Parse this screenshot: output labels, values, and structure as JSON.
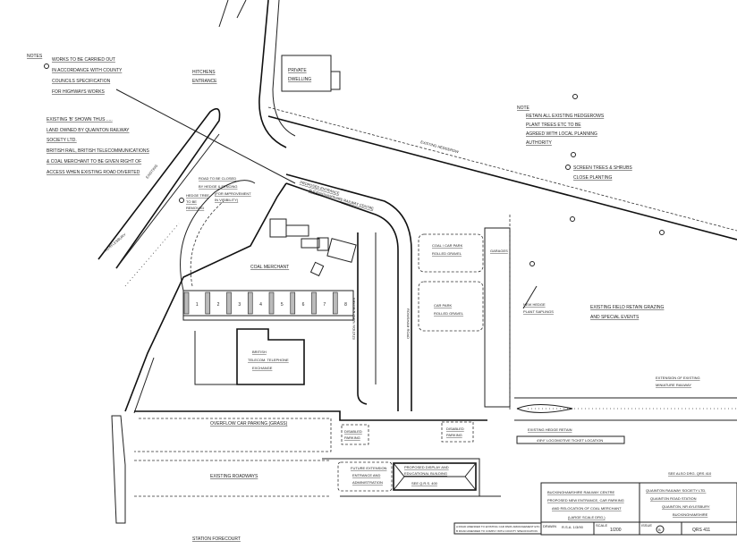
{
  "notes_left": {
    "heading": "NOTES",
    "lines": [
      "WORKS TO BE CARRIED OUT",
      "IN ACCORDANCE WITH COUNTY",
      "COUNCILS SPECIFICATION",
      "FOR HIGHWAYS WORKS"
    ]
  },
  "existing_note": {
    "lines": [
      "EXISTING 'B' SHOWN THUS .....",
      "LAND OWNED BY QUAINTON RAILWAY",
      "SOCIETY LTD.",
      "BRITISH RAIL, BRITISH TELECOMMUNICATIONS",
      "& COAL MERCHANT TO BE GIVEN RIGHT OF",
      "ACCESS WHEN EXISTING ROAD DIVERTED"
    ]
  },
  "notes_right": {
    "heading": "NOTE",
    "lines": [
      "RETAIN ALL EXISTING HEDGEROWS",
      "PLANT TREES ETC TO BE",
      "AGREED WITH LOCAL PLANNING",
      "AUTHORITY"
    ],
    "screen_lines": [
      "SCREEN TREES & SHRUBS",
      "CLOSE PLANTING"
    ]
  },
  "labels": {
    "hitchens": [
      "HITCHENS",
      "ENTRANCE"
    ],
    "private_dwelling": [
      "PRIVATE",
      "DWELLING"
    ],
    "existing_hedgerow": "EXISTING HEDGEROW",
    "road_to_be_closed": [
      "ROAD TO BE CLOSED",
      "BY HEDGE & FENCING",
      "(FOR IMPROVEMENT",
      "IN VISIBILITY)"
    ],
    "hedge_tree": [
      "HEDGE TREE",
      "TO BE",
      "REMOVED"
    ],
    "to_aylesbury": "TO AYLESBURY",
    "existing_road": "EXISTING",
    "proposed_entrance": "PROPOSED ENTRANCE",
    "bucks_railway_centre": "BUCKINGHAMSHIRE RAILWAY CENTRE",
    "coal_merchant": "COAL MERCHANT",
    "garage_numbers": [
      "1",
      "2",
      "3",
      "4",
      "5",
      "6",
      "7",
      "8"
    ],
    "british_telecom": [
      "BRITISH",
      "TELECOM. TELEPHONE",
      "EXCHANGE"
    ],
    "coal_car_park": [
      "COAL / CAR PARK",
      "ROLLED GRAVEL"
    ],
    "car_park": [
      "CAR PARK",
      "ROLLED GRAVEL"
    ],
    "garages": "GARAGES",
    "rowsham_road": "ROWSHAM ROAD",
    "station_yard": "STATION YARD & BUSES",
    "new_hedge": [
      "NEW HEDGE",
      "PLANT SAPLINGS"
    ],
    "existing_field": [
      "EXISTING FIELD RETAIN GRAZING",
      "AND SPECIAL EVENTS"
    ],
    "extension_railway": [
      "EXTENSION OF EXISTING",
      "MINIATURE RAILWAY"
    ],
    "existing_hedge_retain": "EXISTING HEDGE RETAIN",
    "loco_shed": "4'8½\" LOCOMOTIVE TICKET LOCATION",
    "overflow_parking": "OVERFLOW CAR PARKING (GRASS)",
    "disabled_parking_1": [
      "DISABLED",
      "PARKING"
    ],
    "disabled_parking_2": [
      "DISABLED",
      "PARKING"
    ],
    "existing_roadways": "EXISTING ROADWAYS",
    "future_entrance": [
      "FUTURE EXTENSION",
      "ENTRANCE AND",
      "ADMINISTRATION"
    ],
    "proposed_display": [
      "PROPOSED DISPLAY AND",
      "EDUCATIONAL BUILDING",
      "SEE Q.R.S. 400"
    ],
    "station_forecourt": "STATION FORECOURT",
    "see_also": "SEE ALSO DRG. QRS 410"
  },
  "title_block": {
    "project": [
      "BUCKINGHAMSHIRE RAILWAY CENTRE",
      "PROPOSED NEW ENTRANCE, CAR PARKING",
      "AND RELOCATION OF COAL MERCHANT",
      "(LARGE SCALE DRG.)"
    ],
    "client": [
      "QUAINTON RAILWAY SOCIETY LTD.",
      "QUAINTON ROAD STATION",
      "QUAINTON, NR AYLESBURY",
      "BUCKINGHAMSHIRE"
    ],
    "drawn_label": "DRAWN",
    "drawn_value": "R.S.A. 1/3/90",
    "scale_label": "SCALE",
    "scale_value": "1/200",
    "issue_label": "ISSUE",
    "issue_value": "B",
    "drawing_no": "QRS 411",
    "revisions": [
      "A  ROAD AMENDED TO EXISTING CAR PARK ARRANGEMENT ETC.",
      "B  ROAD AMENDED TO COMPLY WITH COUNTY SPECIFICATION"
    ]
  }
}
